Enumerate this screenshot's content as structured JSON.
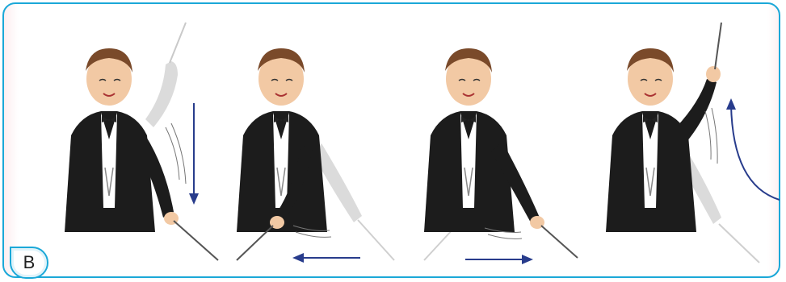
{
  "badge": {
    "label": "B"
  },
  "colors": {
    "frame_border": "#1ba8d8",
    "arrow": "#283c8c",
    "jacket": "#1c1c1c",
    "skin": "#f2c9a4",
    "hair": "#7a4a2a"
  },
  "panels": [
    {
      "name": "conductor-beat-down",
      "arrow": "down-arrow-icon"
    },
    {
      "name": "conductor-beat-left",
      "arrow": "left-arrow-icon"
    },
    {
      "name": "conductor-beat-right",
      "arrow": "right-arrow-icon"
    },
    {
      "name": "conductor-beat-up",
      "arrow": "up-curve-arrow-icon"
    }
  ]
}
